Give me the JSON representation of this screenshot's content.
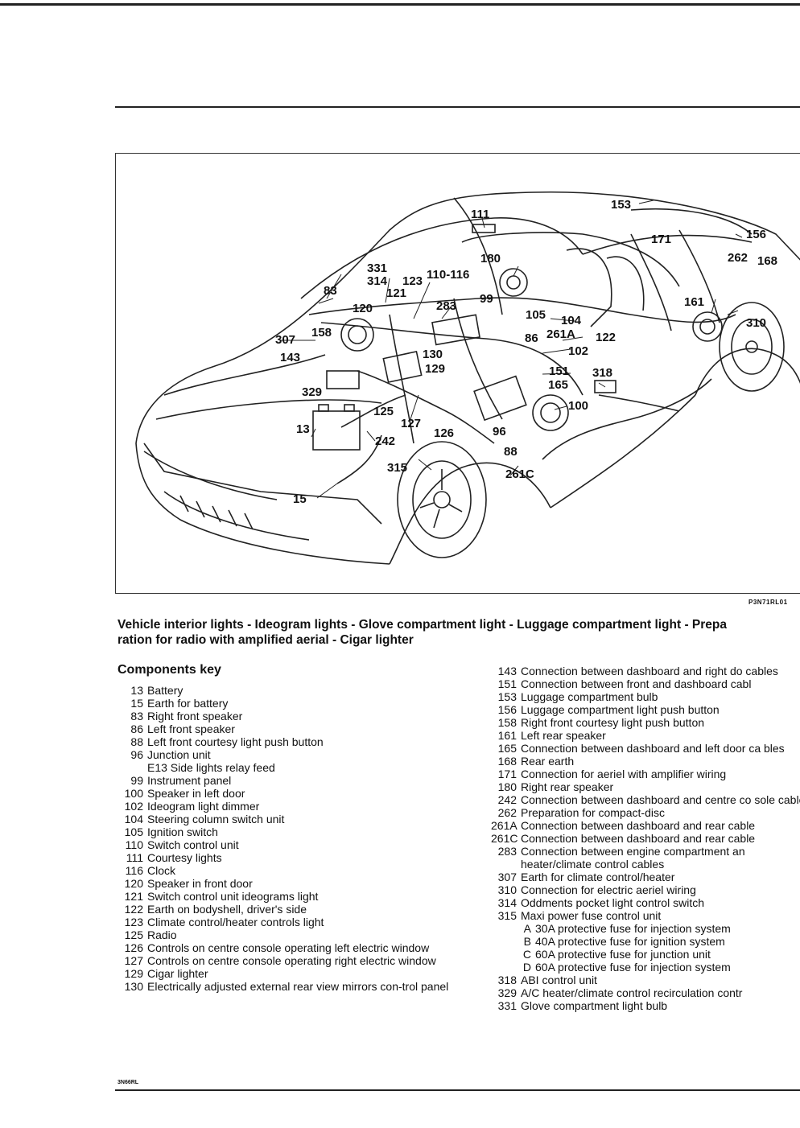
{
  "figure": {
    "code": "P3N71RL01",
    "labels": [
      {
        "id": "l111",
        "text": "111"
      },
      {
        "id": "l153",
        "text": "153"
      },
      {
        "id": "l156",
        "text": "156"
      },
      {
        "id": "l171",
        "text": "171"
      },
      {
        "id": "l262",
        "text": "262"
      },
      {
        "id": "l168",
        "text": "168"
      },
      {
        "id": "l331",
        "text": "331"
      },
      {
        "id": "l314",
        "text": "314"
      },
      {
        "id": "l123",
        "text": "123"
      },
      {
        "id": "l110",
        "text": "110-116"
      },
      {
        "id": "l180",
        "text": "180"
      },
      {
        "id": "l83",
        "text": "83"
      },
      {
        "id": "l121",
        "text": "121"
      },
      {
        "id": "l120",
        "text": "120"
      },
      {
        "id": "l283",
        "text": "283"
      },
      {
        "id": "l99",
        "text": "99"
      },
      {
        "id": "l105",
        "text": "105"
      },
      {
        "id": "l104",
        "text": "104"
      },
      {
        "id": "l86",
        "text": "86"
      },
      {
        "id": "l261A",
        "text": "261A"
      },
      {
        "id": "l122",
        "text": "122"
      },
      {
        "id": "l161",
        "text": "161"
      },
      {
        "id": "l310",
        "text": "310"
      },
      {
        "id": "l307",
        "text": "307"
      },
      {
        "id": "l158",
        "text": "158"
      },
      {
        "id": "l143",
        "text": "143"
      },
      {
        "id": "l130",
        "text": "130"
      },
      {
        "id": "l102",
        "text": "102"
      },
      {
        "id": "l129",
        "text": "129"
      },
      {
        "id": "l151",
        "text": "151"
      },
      {
        "id": "l318",
        "text": "318"
      },
      {
        "id": "l165",
        "text": "165"
      },
      {
        "id": "l329",
        "text": "329"
      },
      {
        "id": "l100",
        "text": "100"
      },
      {
        "id": "l125",
        "text": "125"
      },
      {
        "id": "l13",
        "text": "13"
      },
      {
        "id": "l127",
        "text": "127"
      },
      {
        "id": "l126",
        "text": "126"
      },
      {
        "id": "l96",
        "text": "96"
      },
      {
        "id": "l242",
        "text": "242"
      },
      {
        "id": "l88",
        "text": "88"
      },
      {
        "id": "l315",
        "text": "315"
      },
      {
        "id": "l261C",
        "text": "261C"
      },
      {
        "id": "l15",
        "text": "15"
      }
    ]
  },
  "caption": "Vehicle interior lights - Ideogram lights - Glove compartment light - Luggage compartment light - Prepa\nration for radio with amplified aerial - Cigar lighter",
  "key_title": "Components key",
  "left_column": [
    {
      "num": "13",
      "text": "Battery"
    },
    {
      "num": "15",
      "text": "Earth for battery"
    },
    {
      "num": "83",
      "text": "Right front speaker"
    },
    {
      "num": "86",
      "text": "Left front speaker"
    },
    {
      "num": "88",
      "text": "Left front courtesy light push button"
    },
    {
      "num": "96",
      "text": "Junction unit"
    },
    {
      "num": "",
      "text": "E13 Side lights relay feed"
    },
    {
      "num": "99",
      "text": "Instrument panel"
    },
    {
      "num": "100",
      "text": "Speaker in left door"
    },
    {
      "num": "102",
      "text": "Ideogram light dimmer"
    },
    {
      "num": "104",
      "text": "Steering column switch unit"
    },
    {
      "num": "105",
      "text": "Ignition switch"
    },
    {
      "num": "110",
      "text": "Switch control unit"
    },
    {
      "num": "111",
      "text": "Courtesy lights"
    },
    {
      "num": "116",
      "text": "Clock"
    },
    {
      "num": "120",
      "text": "Speaker in front door"
    },
    {
      "num": "121",
      "text": "Switch control unit ideograms light"
    },
    {
      "num": "122",
      "text": "Earth on bodyshell, driver's side"
    },
    {
      "num": "123",
      "text": "Climate control/heater controls light"
    },
    {
      "num": "125",
      "text": "Radio"
    },
    {
      "num": "126",
      "text": "Controls on centre console operating left electric window"
    },
    {
      "num": "127",
      "text": "Controls on centre console operating right electric window"
    },
    {
      "num": "129",
      "text": "Cigar lighter"
    },
    {
      "num": "130",
      "text": "Electrically adjusted external rear view mirrors con-trol panel"
    }
  ],
  "right_column": [
    {
      "num": "143",
      "text": "Connection between dashboard and right do cables"
    },
    {
      "num": "151",
      "text": "Connection between front and dashboard cabl"
    },
    {
      "num": "153",
      "text": "Luggage compartment bulb"
    },
    {
      "num": "156",
      "text": "Luggage compartment light push button"
    },
    {
      "num": "158",
      "text": "Right front courtesy light push button"
    },
    {
      "num": "161",
      "text": "Left rear speaker"
    },
    {
      "num": "165",
      "text": "Connection between dashboard and left door ca bles"
    },
    {
      "num": "168",
      "text": "Rear earth"
    },
    {
      "num": "171",
      "text": "Connection for aeriel with amplifier wiring"
    },
    {
      "num": "180",
      "text": "Right rear speaker"
    },
    {
      "num": "242",
      "text": "Connection between dashboard and centre co sole cables"
    },
    {
      "num": "262",
      "text": "Preparation for compact-disc"
    },
    {
      "num": "261A",
      "text": "Connection between dashboard and rear cable"
    },
    {
      "num": "261C",
      "text": "Connection between dashboard and rear cable"
    },
    {
      "num": "283",
      "text": "Connection between engine compartment an heater/climate control cables"
    },
    {
      "num": "307",
      "text": "Earth for climate control/heater"
    },
    {
      "num": "310",
      "text": "Connection for electric aeriel wiring"
    },
    {
      "num": "314",
      "text": "Oddments pocket light control switch"
    },
    {
      "num": "315",
      "text": "Maxi power fuse control unit"
    },
    {
      "sub": "A",
      "text": "30A protective fuse for injection system"
    },
    {
      "sub": "B",
      "text": "40A protective fuse for ignition system"
    },
    {
      "sub": "C",
      "text": "60A protective fuse for junction unit"
    },
    {
      "sub": "D",
      "text": "60A protective fuse for injection system"
    },
    {
      "num": "318",
      "text": "ABI control unit"
    },
    {
      "num": "329",
      "text": "A/C heater/climate control recirculation contr"
    },
    {
      "num": "331",
      "text": "Glove compartment light bulb"
    }
  ],
  "footer_code": "3N66RL"
}
